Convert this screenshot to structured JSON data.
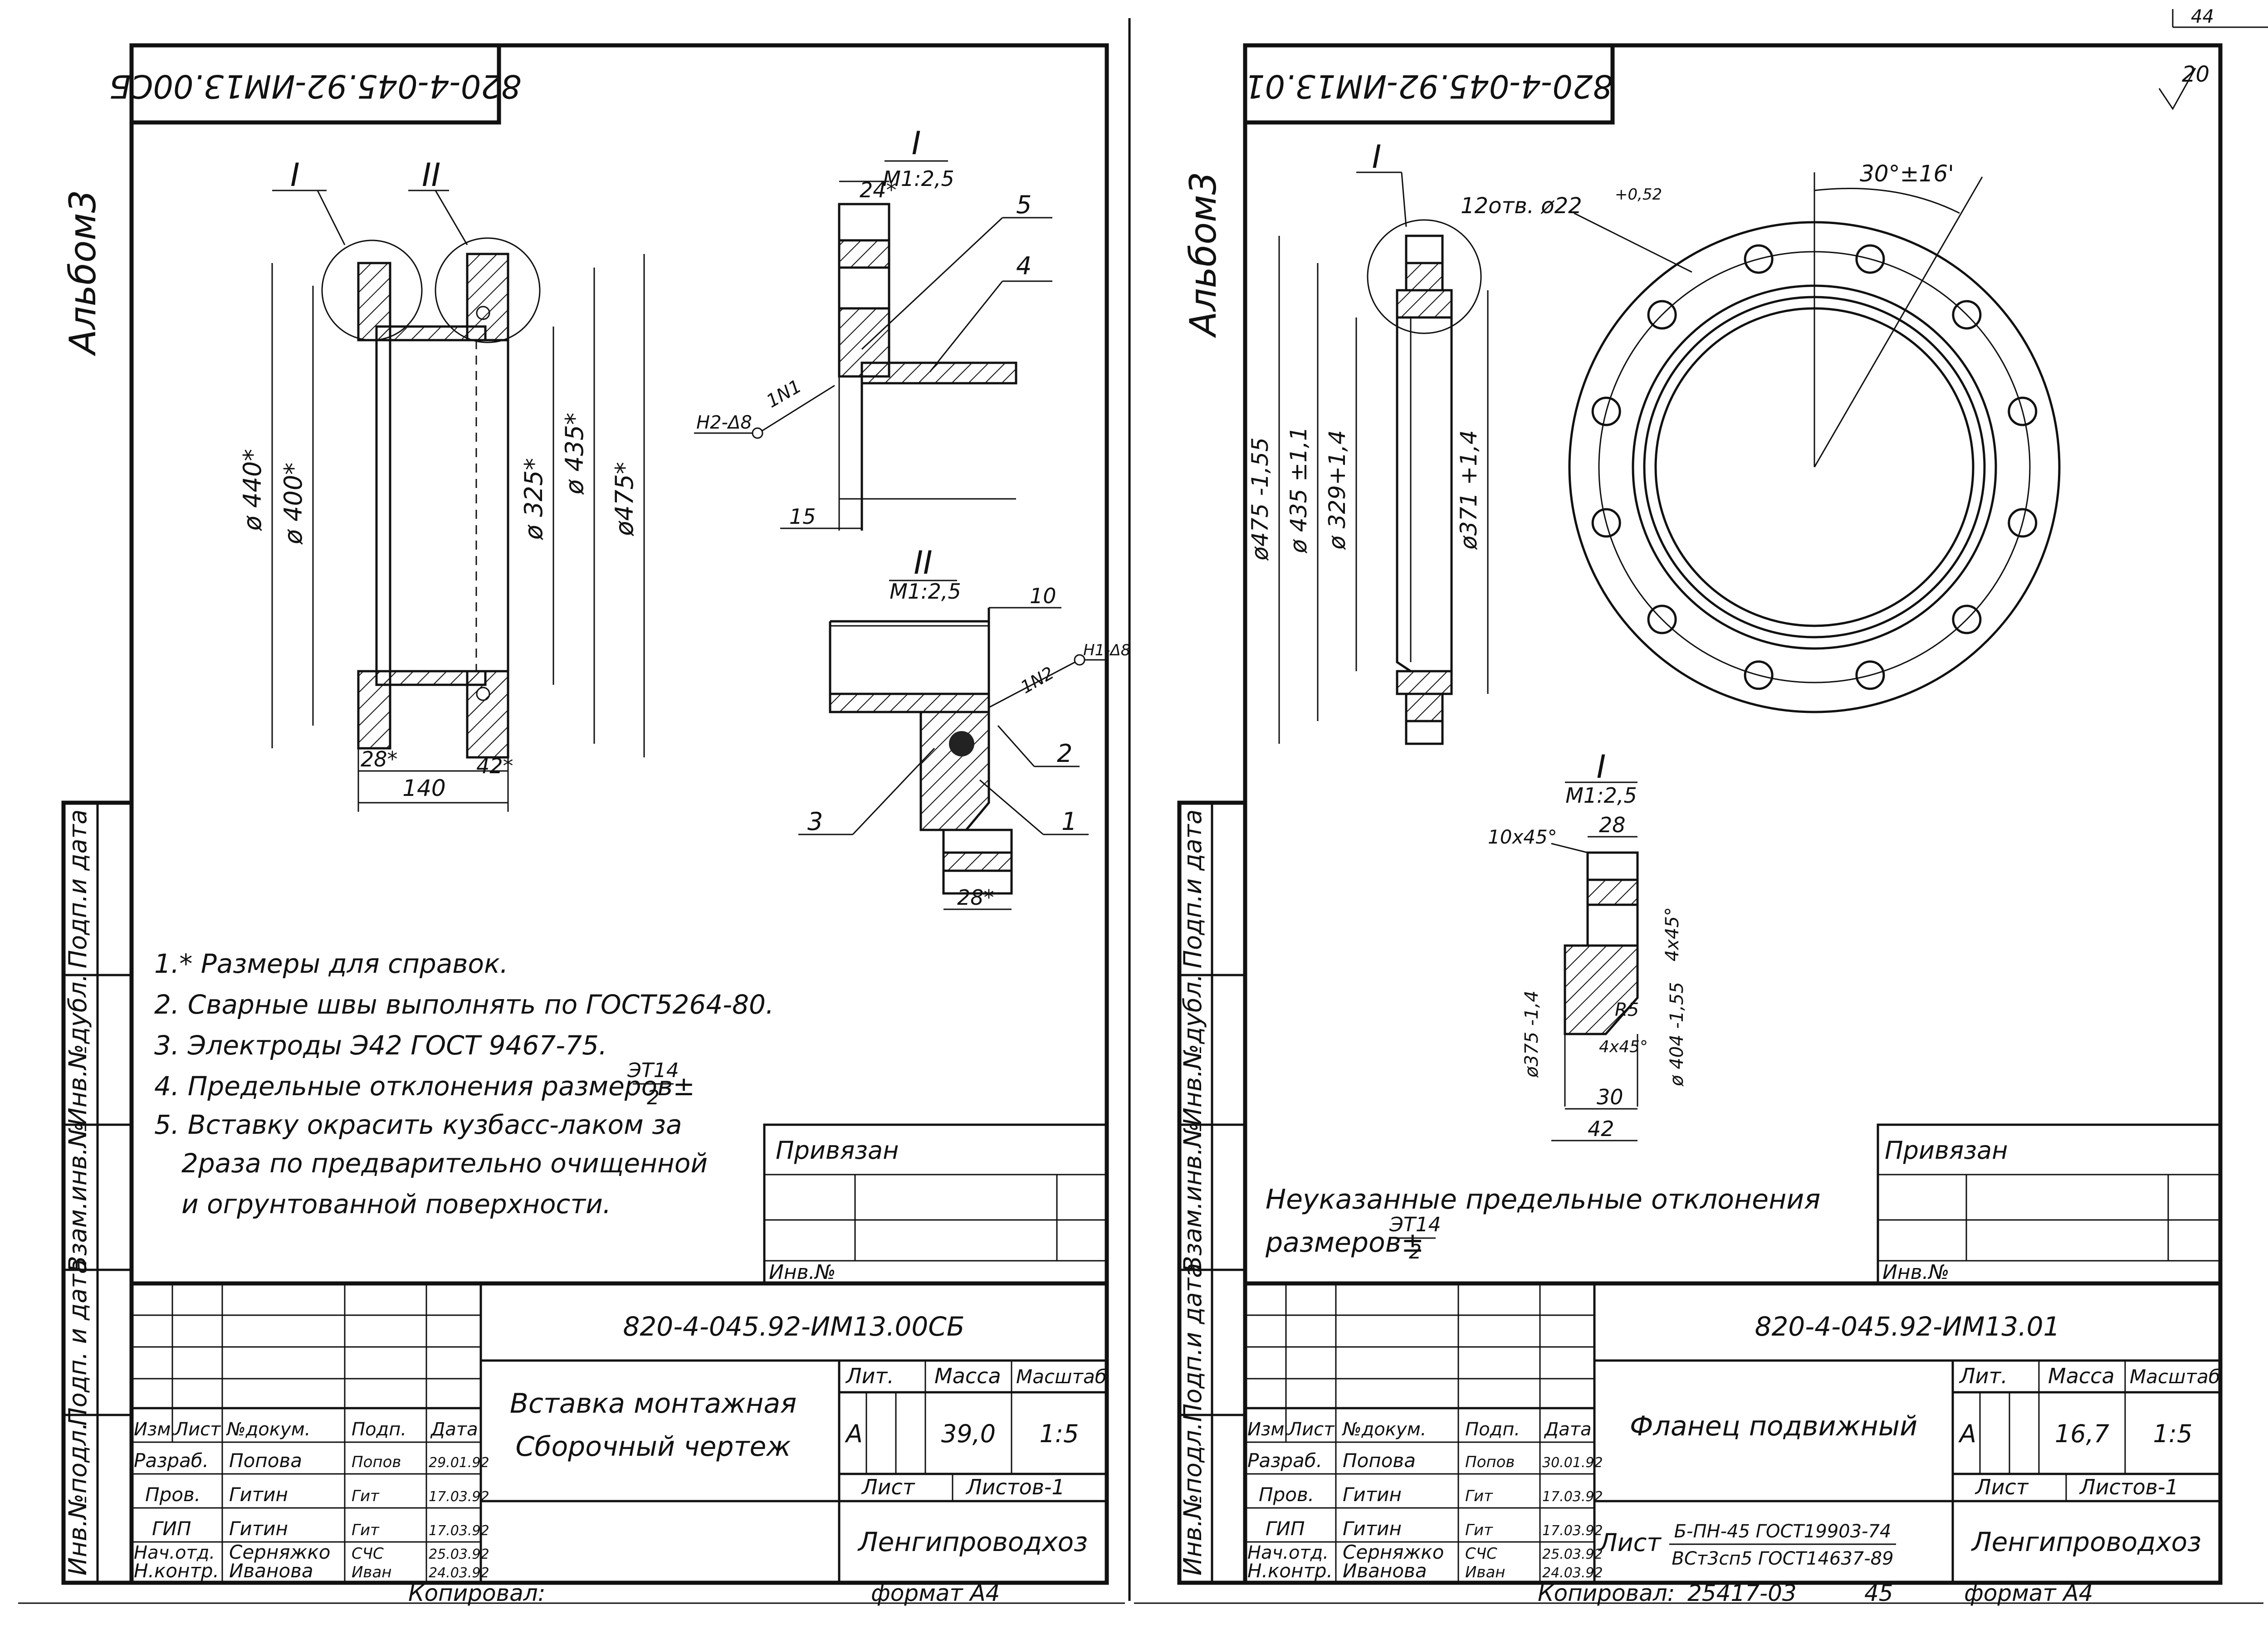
{
  "page_number": "44",
  "album_label": "Альбом3",
  "left": {
    "drawing_code": "820-4-045.92-ИМ13.00СБ",
    "view_labels": {
      "section1": "I",
      "section2": "II"
    },
    "main_dims": {
      "d440": "ø 440*",
      "d400": "ø 400*",
      "d325": "ø 325*",
      "d435": "ø 435*",
      "d475": "ø475*",
      "w28": "28*",
      "w42": "42*",
      "w140": "140"
    },
    "detail1": {
      "label": "I",
      "scale": "М1:2,5",
      "dim24": "24*",
      "dim15": "15",
      "weld": "Н2-Δ8",
      "weld_num": "1N1",
      "callout5": "5",
      "callout4": "4"
    },
    "detail2": {
      "label": "II",
      "scale": "М1:2,5",
      "dim10": "10",
      "dim28": "28*",
      "weld": "Н1-Δ8",
      "weld_num": "1N2",
      "callout2": "2",
      "callout3": "3",
      "callout1": "1"
    },
    "notes": [
      "1.* Размеры для справок.",
      "2. Сварные швы выполнять по ГОСТ5264-80.",
      "3. Электроды Э42 ГОСТ 9467-75.",
      "4. Предельные отклонения размеров±",
      "5. Вставку окрасить кузбасс-лаком за",
      "2раза по предварительно очищенной",
      "и огрунтованной поверхности."
    ],
    "tolerance_num": "ЭТ14",
    "tolerance_den": "2",
    "privyazan": "Привязан",
    "inv_no": "Инв.№",
    "side_labels": [
      "Взам.инв.№",
      "Инв.№дубл.",
      "Подп.и дата",
      "Подп. и дата",
      "Инв.№подл."
    ],
    "title_block": {
      "code": "820-4-045.92-ИМ13.00СБ",
      "headers": [
        "Изм.",
        "Лист",
        "№докум.",
        "Подп.",
        "Дата"
      ],
      "rows": [
        {
          "role": "Разраб.",
          "name": "Попова",
          "sign": "Попов",
          "date": "29.01.92"
        },
        {
          "role": "Пров.",
          "name": "Гитин",
          "sign": "Гит",
          "date": "17.03.92"
        },
        {
          "role": "ГИП",
          "name": "Гитин",
          "sign": "Гит",
          "date": "17.03.92"
        },
        {
          "role": "Нач.отд.",
          "name": "Серняжко",
          "sign": "СЧС",
          "date": "25.03.92"
        },
        {
          "role": "Н.контр.",
          "name": "Иванова",
          "sign": "Иван",
          "date": "24.03.92"
        }
      ],
      "title_line1": "Вставка монтажная",
      "title_line2": "Сборочный чертеж",
      "lit_label": "Лит.",
      "mass_label": "Масса",
      "scale_label": "Масштаб",
      "lit_value": "А",
      "mass_value": "39,0",
      "scale_value": "1:5",
      "sheet_label": "Лист",
      "sheets_label": "Листов-1",
      "org": "Ленгипроводхоз",
      "copied": "Копировал:",
      "format": "формат А4"
    }
  },
  "right": {
    "drawing_code": "820-4-045.92-ИМ13.01",
    "roughness": "20",
    "view_label": "I",
    "holes": "12отв. ø22",
    "holes_tol": "+0,52",
    "angle": "30°±16'",
    "dims": {
      "d475": "ø475 -1,55",
      "d435": "ø 435 ±1,1",
      "d329": "ø 329+1,4",
      "d371": "ø371 +1,4"
    },
    "detail": {
      "label": "I",
      "scale": "М1:2,5",
      "chamfer1": "10х45°",
      "w28": "28",
      "c4x45": "4х45°",
      "r5": "R5",
      "c4x45b": "4х45°",
      "d375": "ø375 -1,4",
      "d404": "ø 404 -1,55",
      "w30": "30",
      "w42": "42"
    },
    "note_line1": "Неуказанные предельные отклонения",
    "note_line2": "размеров±",
    "tolerance_num": "ЭТ14",
    "tolerance_den": "2",
    "privyazan": "Привязан",
    "inv_no": "Инв.№",
    "side_labels": [
      "Взам.инв.№",
      "Инв.№дубл.",
      "Подп.и дата",
      "Подп.и дата",
      "Инв.№подл."
    ],
    "title_block": {
      "code": "820-4-045.92-ИМ13.01",
      "headers": [
        "Изм.",
        "Лист",
        "№докум.",
        "Подп.",
        "Дата"
      ],
      "rows": [
        {
          "role": "Разраб.",
          "name": "Попова",
          "sign": "Попов",
          "date": "30.01.92"
        },
        {
          "role": "Пров.",
          "name": "Гитин",
          "sign": "Гит",
          "date": "17.03.92"
        },
        {
          "role": "ГИП",
          "name": "Гитин",
          "sign": "Гит",
          "date": "17.03.92"
        },
        {
          "role": "Нач.отд.",
          "name": "Серняжко",
          "sign": "СЧС",
          "date": "25.03.92"
        },
        {
          "role": "Н.контр.",
          "name": "Иванова",
          "sign": "Иван",
          "date": "24.03.92"
        }
      ],
      "title": "Фланец подвижный",
      "lit_label": "Лит.",
      "mass_label": "Масса",
      "scale_label": "Масштаб",
      "lit_value": "А",
      "mass_value": "16,7",
      "scale_value": "1:5",
      "sheet_label": "Лист",
      "sheets_label": "Листов-1",
      "material_prefix": "Лист",
      "material_top": "Б-ПН-45 ГОСТ19903-74",
      "material_bottom": "ВСт3сп5 ГОСТ14637-89",
      "org": "Ленгипроводхоз",
      "copied": "Копировал:",
      "copy_number": "25417-03",
      "sheet_number": "45",
      "format": "формат А4"
    }
  }
}
